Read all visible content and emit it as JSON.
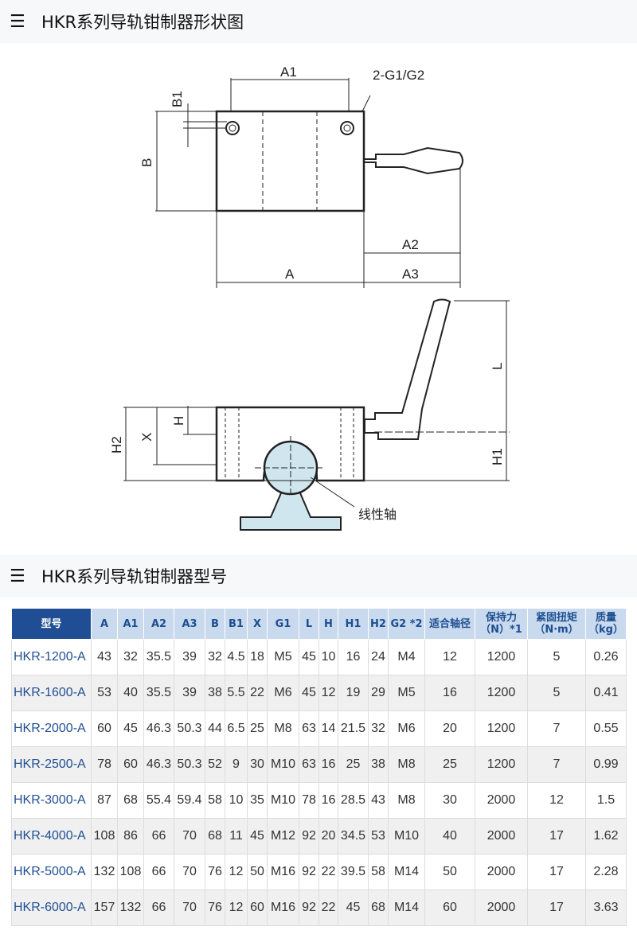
{
  "section1": {
    "icon": "menu-icon",
    "title": "HKR系列导轨钳制器形状图"
  },
  "section2": {
    "icon": "menu-icon",
    "title": "HKR系列导轨钳制器型号"
  },
  "diagram": {
    "labels": {
      "A1": "A1",
      "G": "2-G1/G2",
      "B1": "B1",
      "B": "B",
      "A2": "A2",
      "A": "A",
      "A3": "A3",
      "L": "L",
      "H": "H",
      "X": "X",
      "H2": "H2",
      "H1": "H1",
      "shaft": "线性轴"
    },
    "colors": {
      "shaft": "#cfe6ee"
    }
  },
  "table": {
    "headers": [
      "型号",
      "A",
      "A1",
      "A2",
      "A3",
      "B",
      "B1",
      "X",
      "G1",
      "L",
      "H",
      "H1",
      "H2",
      "G2 *2",
      "适合轴径",
      "保持力（N）*1",
      "紧固扭矩（N·m）",
      "质量（kg）"
    ],
    "rows": [
      [
        "HKR-1200-A",
        "43",
        "32",
        "35.5",
        "39",
        "32",
        "4.5",
        "18",
        "M5",
        "45",
        "10",
        "16",
        "24",
        "M4",
        "12",
        "1200",
        "5",
        "0.26"
      ],
      [
        "HKR-1600-A",
        "53",
        "40",
        "35.5",
        "39",
        "38",
        "5.5",
        "22",
        "M6",
        "45",
        "12",
        "19",
        "29",
        "M5",
        "16",
        "1200",
        "5",
        "0.41"
      ],
      [
        "HKR-2000-A",
        "60",
        "45",
        "46.3",
        "50.3",
        "44",
        "6.5",
        "25",
        "M8",
        "63",
        "14",
        "21.5",
        "32",
        "M6",
        "20",
        "1200",
        "7",
        "0.55"
      ],
      [
        "HKR-2500-A",
        "78",
        "60",
        "46.3",
        "50.3",
        "52",
        "9",
        "30",
        "M10",
        "63",
        "16",
        "25",
        "38",
        "M8",
        "25",
        "1200",
        "7",
        "0.99"
      ],
      [
        "HKR-3000-A",
        "87",
        "68",
        "55.4",
        "59.4",
        "58",
        "10",
        "35",
        "M10",
        "78",
        "16",
        "28.5",
        "43",
        "M8",
        "30",
        "2000",
        "12",
        "1.5"
      ],
      [
        "HKR-4000-A",
        "108",
        "86",
        "66",
        "70",
        "68",
        "11",
        "45",
        "M12",
        "92",
        "20",
        "34.5",
        "53",
        "M10",
        "40",
        "2000",
        "17",
        "1.62"
      ],
      [
        "HKR-5000-A",
        "132",
        "108",
        "66",
        "70",
        "76",
        "12",
        "50",
        "M16",
        "92",
        "22",
        "39.5",
        "58",
        "M14",
        "50",
        "2000",
        "17",
        "2.28"
      ],
      [
        "HKR-6000-A",
        "157",
        "132",
        "66",
        "70",
        "76",
        "12",
        "60",
        "M16",
        "92",
        "22",
        "45",
        "68",
        "M14",
        "60",
        "2000",
        "17",
        "3.63"
      ]
    ]
  }
}
